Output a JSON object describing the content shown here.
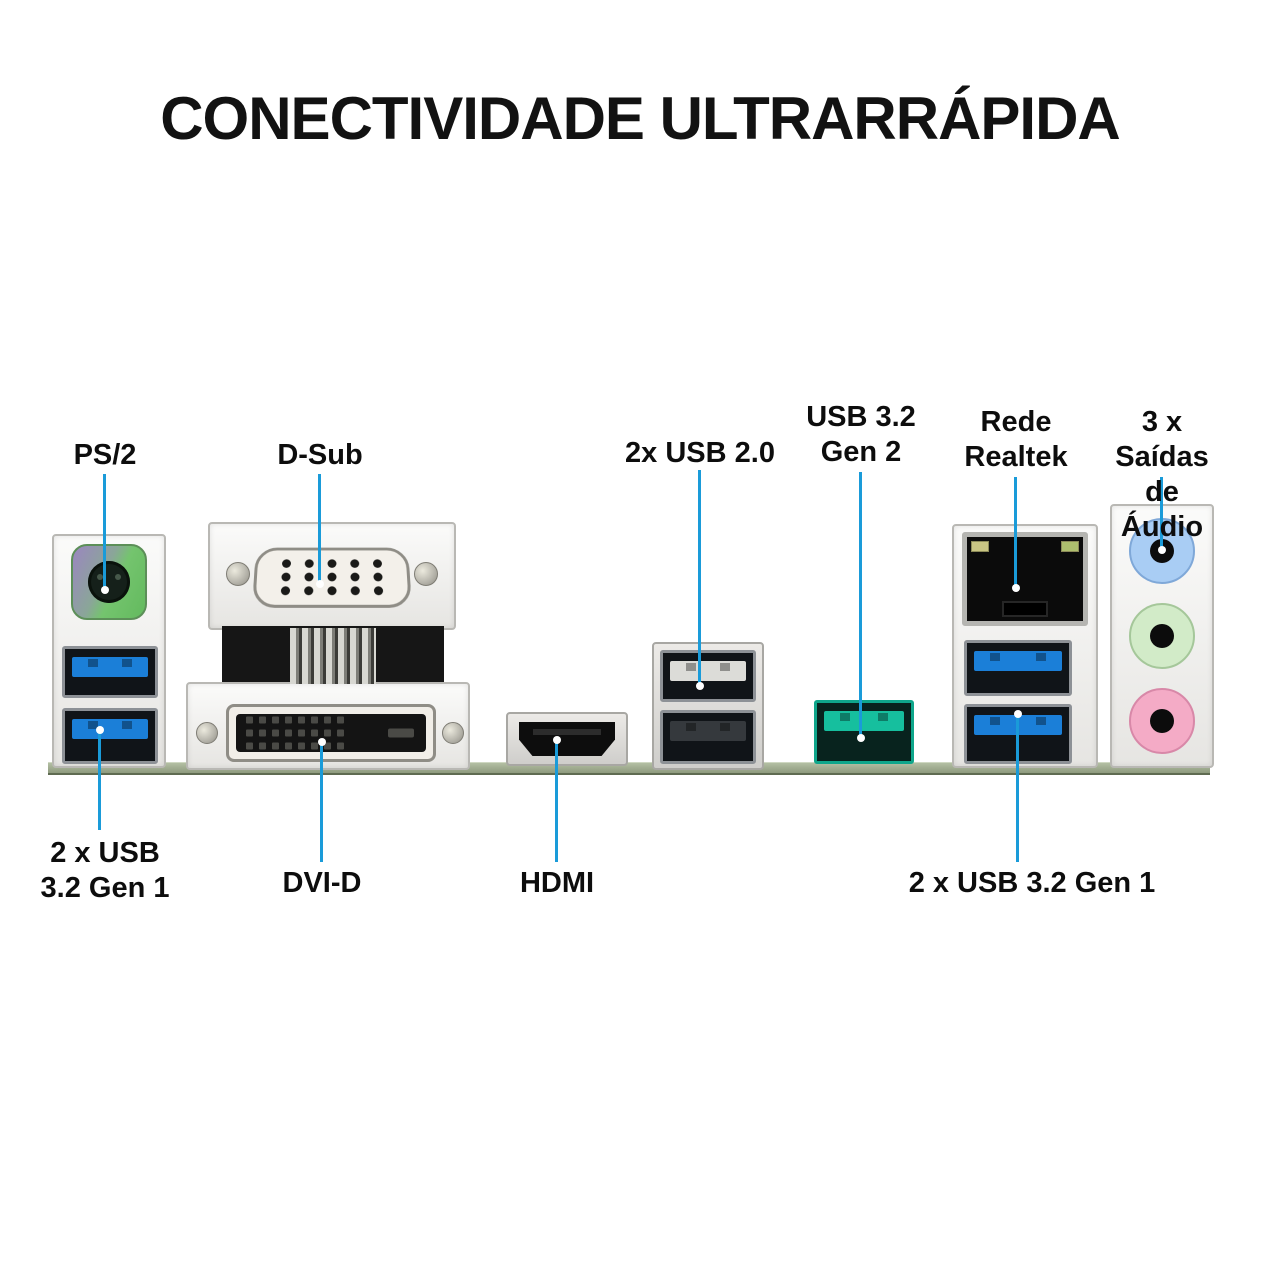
{
  "title": "CONECTIVIDADE ULTRARRÁPIDA",
  "callouts": {
    "ps2": {
      "label": "PS/2"
    },
    "dsub": {
      "label": "D-Sub"
    },
    "usb20": {
      "label": "2x USB 2.0"
    },
    "usb32gen2": {
      "label": "USB 3.2\nGen 2"
    },
    "lan": {
      "label": "Rede\nRealtek"
    },
    "audio": {
      "label": "3 x Saídas\nde Áudio"
    },
    "usb32gen1_left": {
      "label": "2 x USB\n3.2 Gen 1"
    },
    "dvid": {
      "label": "DVI-D"
    },
    "hdmi": {
      "label": "HDMI"
    },
    "usb32gen1_right": {
      "label": "2 x USB 3.2 Gen 1"
    }
  },
  "colors": {
    "leader_line": "#1a9bd9",
    "usb3_blue": "#1b7fd8",
    "usb32gen2_teal": "#16bf9e",
    "ps2_purple": "#9b86c0",
    "ps2_green": "#74c46e",
    "audio_line_in_blue": "#a9cdf4",
    "audio_line_out_green": "#d2ebc8",
    "audio_mic_pink": "#f4abc6",
    "pcb_edge_green": "#8e9a7e",
    "title_text": "#121212"
  }
}
